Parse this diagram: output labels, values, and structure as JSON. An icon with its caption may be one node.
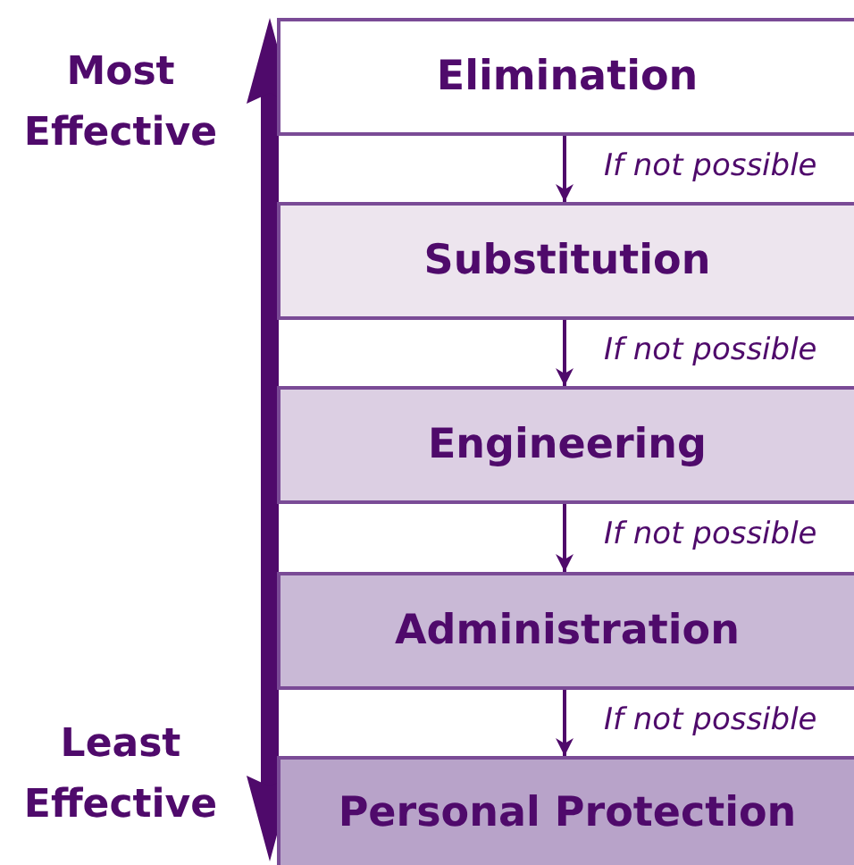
{
  "diagram": {
    "nodes": [
      {
        "text": [
          "Elimination"
        ]
      },
      {
        "text": [
          "Substitution"
        ]
      },
      {
        "text": [
          "Engineering"
        ]
      },
      {
        "text": [
          "Administration"
        ]
      },
      {
        "text": [
          "Personal Protection"
        ]
      }
    ],
    "edges": [
      {
        "from": 0,
        "to": 1,
        "arrow": "to",
        "label": "If not possible"
      },
      {
        "from": 1,
        "to": 2,
        "arrow": "to",
        "label": "If not possible"
      },
      {
        "from": 2,
        "to": 3,
        "arrow": "to",
        "label": "If not possible"
      },
      {
        "from": 3,
        "to": 4,
        "arrow": "to",
        "label": "If not possible"
      }
    ],
    "labels": [
      "Most Effective",
      "Least Effective"
    ]
  }
}
